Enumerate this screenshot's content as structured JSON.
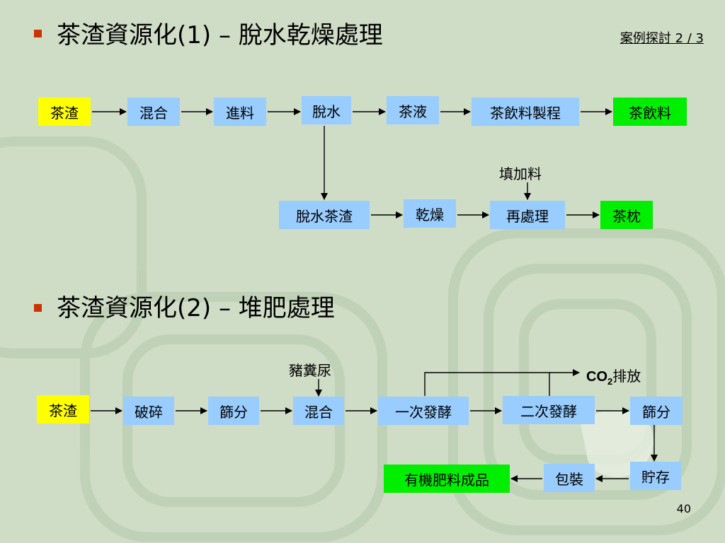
{
  "slide": {
    "case_label": "案例探討 2 / 3",
    "page_number": "40",
    "section1_title": "茶渣資源化(1) – 脫水乾燥處理",
    "section2_title": "茶渣資源化(2) – 堆肥處理"
  },
  "flow1": {
    "main": [
      "茶渣",
      "混合",
      "進料",
      "脫水",
      "茶液",
      "茶飲料製程",
      "茶飲料"
    ],
    "branch": [
      "脫水茶渣",
      "乾燥",
      "再處理",
      "茶枕"
    ],
    "additive": "填加料"
  },
  "flow2": {
    "main": [
      "茶渣",
      "破碎",
      "篩分",
      "混合",
      "一次發酵",
      "二次發酵",
      "篩分"
    ],
    "bottom": [
      "有機肥料成品",
      "包裝",
      "貯存"
    ],
    "additive": "豬糞尿",
    "emission_formula": "CO",
    "emission_subscript": "2",
    "emission_text": "排放"
  },
  "colors": {
    "background": "#cfdcc6",
    "process_box": "#99ccff",
    "input_box": "#ffff00",
    "output_box": "#00ee00",
    "bullet": "#cc3300"
  }
}
